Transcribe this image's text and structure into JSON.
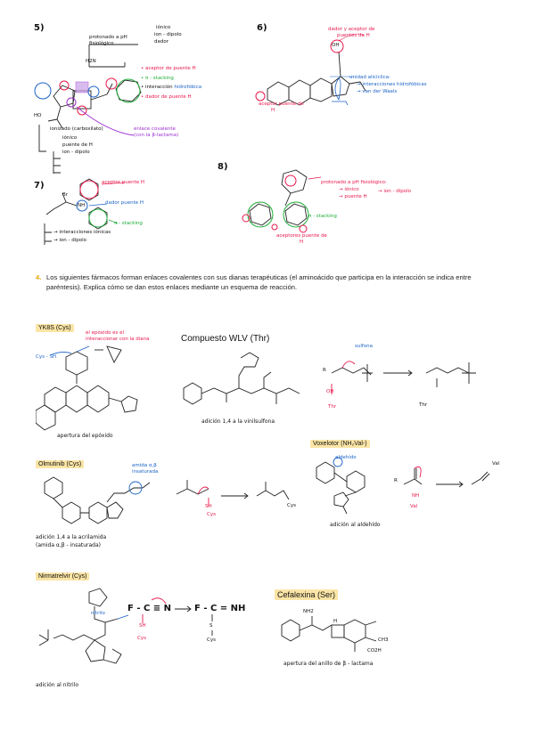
{
  "q5": {
    "num": "5)",
    "n1": "protonado a pH",
    "n2": "fisiológico",
    "b1": "iónico",
    "b2": "ion - dipolo",
    "b3": "dador",
    "h2n": "H2N",
    "r1": "aceptor de puente H",
    "r2": "π - stacking",
    "r3": "interacción",
    "r3b": "hidrofóbica",
    "r4": "dador de puente H",
    "cov1": "enlace covalente",
    "cov2": "(con la β-lactama)",
    "ho": "HO",
    "l0": "ionizado (carboxilato)",
    "l1": "iónico",
    "l2": "puente de H",
    "l3": "ion - dipolo"
  },
  "q6": {
    "num": "6)",
    "t1": "dador y aceptor de",
    "t2": "puentes de H",
    "oh": "OH",
    "a1": "unidad alicíclica:",
    "a2": "interacciones hidrofóbicas",
    "a3": "van der Waals",
    "ac1": "aceptor puente de",
    "ac2": "H"
  },
  "q7": {
    "num": "7)",
    "t1": "aceptor puente H",
    "t2": "dador puente H",
    "t3": "π - stacking",
    "br": "Br",
    "nh": "NH",
    "b1": "interacciones iónicas",
    "b2": "ion - dipolo"
  },
  "q8": {
    "num": "8)",
    "p1": "protonado a pH fisiológico:",
    "p2": "iónico",
    "p3": "puente H",
    "p4": "ion - dipolo",
    "pi": "π - stacking",
    "ac1": "aceptores puente de",
    "ac2": "H"
  },
  "q4": {
    "num": "4.",
    "text": "Los siguientes fármacos forman enlaces covalentes con sus dianas terapéuticas (el aminoácido que participa en la interacción se indica entre paréntesis). Explica cómo se dan estos enlaces mediante un esquema de reacción."
  },
  "yk8s": {
    "tag": "YK8S (Cys)",
    "n1": "el epóxido es el",
    "n2": "interaccionar con la diana",
    "cys": "Cys - SH",
    "cap": "apertura del epóxido"
  },
  "wlv": {
    "tag": "Compuesto WLV (Thr)",
    "cap": "adición 1,4 a la vinilsulfona",
    "sulf": "sulfona",
    "thr": "Thr",
    "oh": "OH"
  },
  "olm": {
    "tag": "Olmutinib (Cys)",
    "n1": "amida α,β",
    "n2": "insaturada",
    "cap1": "adición 1,4 a la acrilamida",
    "cap2": "(amida α,β - insaturada)",
    "cys": "Cys",
    "sh": "SH"
  },
  "vox": {
    "tag": "Voxelotor (NH₂Val-)",
    "ald": "aldehído",
    "cap": "adición al aldehído",
    "val": "Val",
    "nh": "NH"
  },
  "nir": {
    "tag": "Nirmatrelvir (Cys)",
    "nitr": "nitrilo",
    "cap": "adición al nitrilo",
    "cys": "Cys",
    "sh": "SH",
    "l1": "F - C ≡ N",
    "l2": "F - C = NH",
    "s": "S"
  },
  "cef": {
    "tag": "Cefalexina (Ser)",
    "nh2": "NH2",
    "h": "H",
    "co2h": "CO2H",
    "ch3": "CH3",
    "cap": "apertura del anillo de β - lactama"
  }
}
